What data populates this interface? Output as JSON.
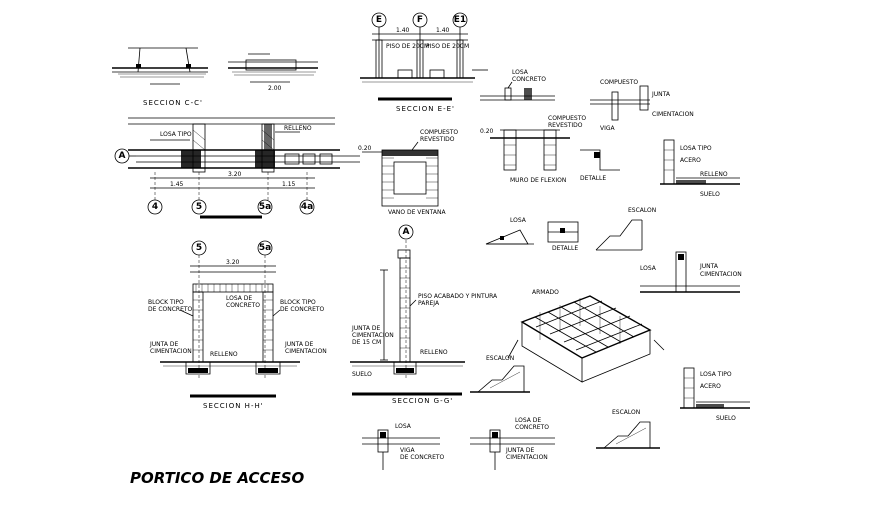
{
  "title": "PORTICO DE ACCESO",
  "section_captions": {
    "cc": "SECCION C-C'",
    "ee": "SECCION E-E'",
    "hh": "SECCION H-H'",
    "gg": "SECCION G-G'"
  },
  "grid_axes": {
    "a_plan": "A",
    "a_section": "A",
    "n4": "4",
    "n5_plan": "5",
    "n5a_plan": "5a",
    "n4a": "4a",
    "n5_hh": "5",
    "n5a_hh": "5a",
    "e": "E",
    "f": "F",
    "e1": "E1"
  }
}
